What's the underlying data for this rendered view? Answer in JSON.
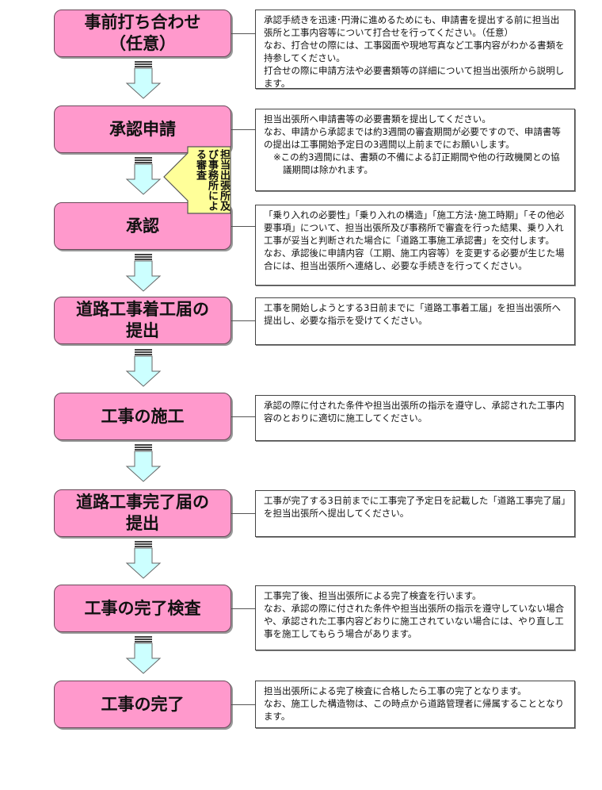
{
  "steps": [
    {
      "label": "事前打ち合わせ（任意）",
      "desc": [
        "承認手続きを迅速･円滑に進めるためにも、申請書を提出する前に担当出張所と工事内容等について打合せを行ってください。（任意）",
        "なお、打合せの際には、工事図面や現地写真など工事内容がわかる書類を持参してください。",
        "打合せの際に申請方法や必要書類等の詳細について担当出張所から説明します。"
      ]
    },
    {
      "label": "承認申請",
      "desc": [
        "担当出張所へ申請書等の必要書類を提出してください。",
        "なお、申請から承認までは約3週間の審査期間が必要ですので、申請書等の提出は工事開始予定日の3週間以上前までにお願いします。",
        "※この約3週間には、書類の不備による訂正期間や他の行政機関との協議期間は除かれます。"
      ]
    },
    {
      "label": "承認",
      "desc": [
        "「乗り入れの必要性」「乗り入れの構造」「施工方法･施工時期」「その他必要事項」について、担当出張所及び事務所で審査を行った結果、乗り入れ工事が妥当と判断された場合に「道路工事施工承認書」を交付します。",
        "なお、承認後に申請内容（工期、施工内容等）を変更する必要が生じた場合には、担当出張所へ連絡し、必要な手続きを行ってください。"
      ]
    },
    {
      "label": "道路工事着工届の提出",
      "desc": [
        "工事を開始しようとする3日前までに「道路工事着工届」を担当出張所へ提出し、必要な指示を受けてください。"
      ]
    },
    {
      "label": "工事の施工",
      "desc": [
        "承認の際に付された条件や担当出張所の指示を遵守し、承認された工事内容のとおりに適切に施工してください。"
      ]
    },
    {
      "label": "道路工事完了届の提出",
      "desc": [
        "工事が完了する3日前までに工事完了予定日を記載した「道路工事完了届」を担当出張所へ提出してください。"
      ]
    },
    {
      "label": "工事の完了検査",
      "desc": [
        "工事完了後、担当出張所による完了検査を行います。",
        "なお、承認の際に付された条件や担当出張所の指示を遵守していない場合や、承認された工事内容どおりに施工されていない場合には、やり直し工事を施工してもらう場合があります。"
      ]
    },
    {
      "label": "工事の完了",
      "desc": [
        "担当出張所による完了検査に合格したら工事の完了となります。",
        "なお、施工した構造物は、この時点から道路管理者に帰属することとなります。"
      ]
    }
  ],
  "callout": "担当出張所及び事務所による審査",
  "colors": {
    "step_fill": "#ff99cc",
    "arrow_fill": "#ccffff",
    "callout_fill": "#ffff99"
  }
}
